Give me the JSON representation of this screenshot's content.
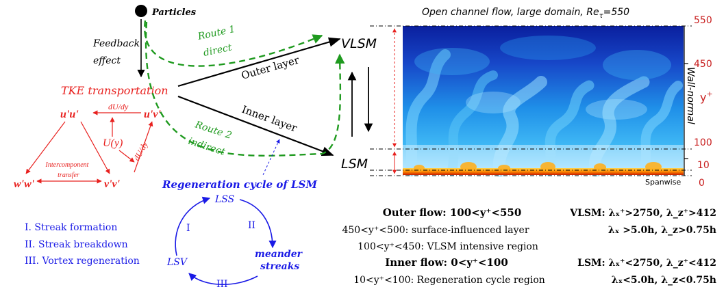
{
  "left": {
    "particles": "Particles",
    "feedback_line1": "Feedback",
    "feedback_line2": "effect",
    "tke": "TKE transportation",
    "uu": "u'u'",
    "uv": "u'v'",
    "vv": "v'v'",
    "ww": "w'w'",
    "dudy_top": "dU/dy",
    "dudy_right": "dU/dy",
    "uy": "U(y)",
    "intercomp_line1": "Intercomponent",
    "intercomp_line2": "transfer",
    "route1_line1": "Route 1",
    "route1_line2": "direct",
    "route2_line1": "Route 2",
    "route2_line2": "indirect",
    "outer_layer": "Outer layer",
    "inner_layer": "Inner layer",
    "vlsm": "VLSM",
    "lsm": "LSM",
    "regen_title": "Regeneration cycle of LSM",
    "lss": "LSS",
    "lsv": "LSV",
    "meander1": "meander",
    "meander2": "streaks",
    "roman1": "I",
    "roman2": "II",
    "roman3": "III",
    "steps": [
      "I. Streak formation",
      "II. Streak breakdown",
      "III. Vortex regeneration"
    ]
  },
  "flow_panel": {
    "title": "Open channel flow, large domain, Re",
    "title_sub": "τ",
    "title_suffix": "=550",
    "wall_normal": "Wall-normal",
    "yplus": "y",
    "yplus_sup": "+",
    "spanwise": "Spanwise",
    "ticks": [
      "550",
      "450",
      "100",
      "10",
      "0"
    ],
    "colors": {
      "deep": "#0a1f9e",
      "mid": "#1f8fe8",
      "light": "#7fd6ff",
      "hot": "#ff8c00"
    }
  },
  "summary": {
    "outer_flow": "Outer flow: 100<y⁺<550",
    "outer_l1": "450<y⁺<500: surface-influenced layer",
    "outer_l2": "100<y⁺<450: VLSM intensive region",
    "inner_flow": "Inner flow: 0<y⁺<100",
    "inner_l1": "10<y⁺<100: Regeneration cycle region",
    "vlsm_line1": "VLSM: λₓ⁺>2750, λ_z⁺>412",
    "vlsm_line2": "λₓ >5.0h, λ_z>0.75h",
    "lsm_line1": "LSM: λₓ⁺<2750, λ_z⁺<412",
    "lsm_line2": "λₓ<5.0h, λ_z<0.75h"
  }
}
